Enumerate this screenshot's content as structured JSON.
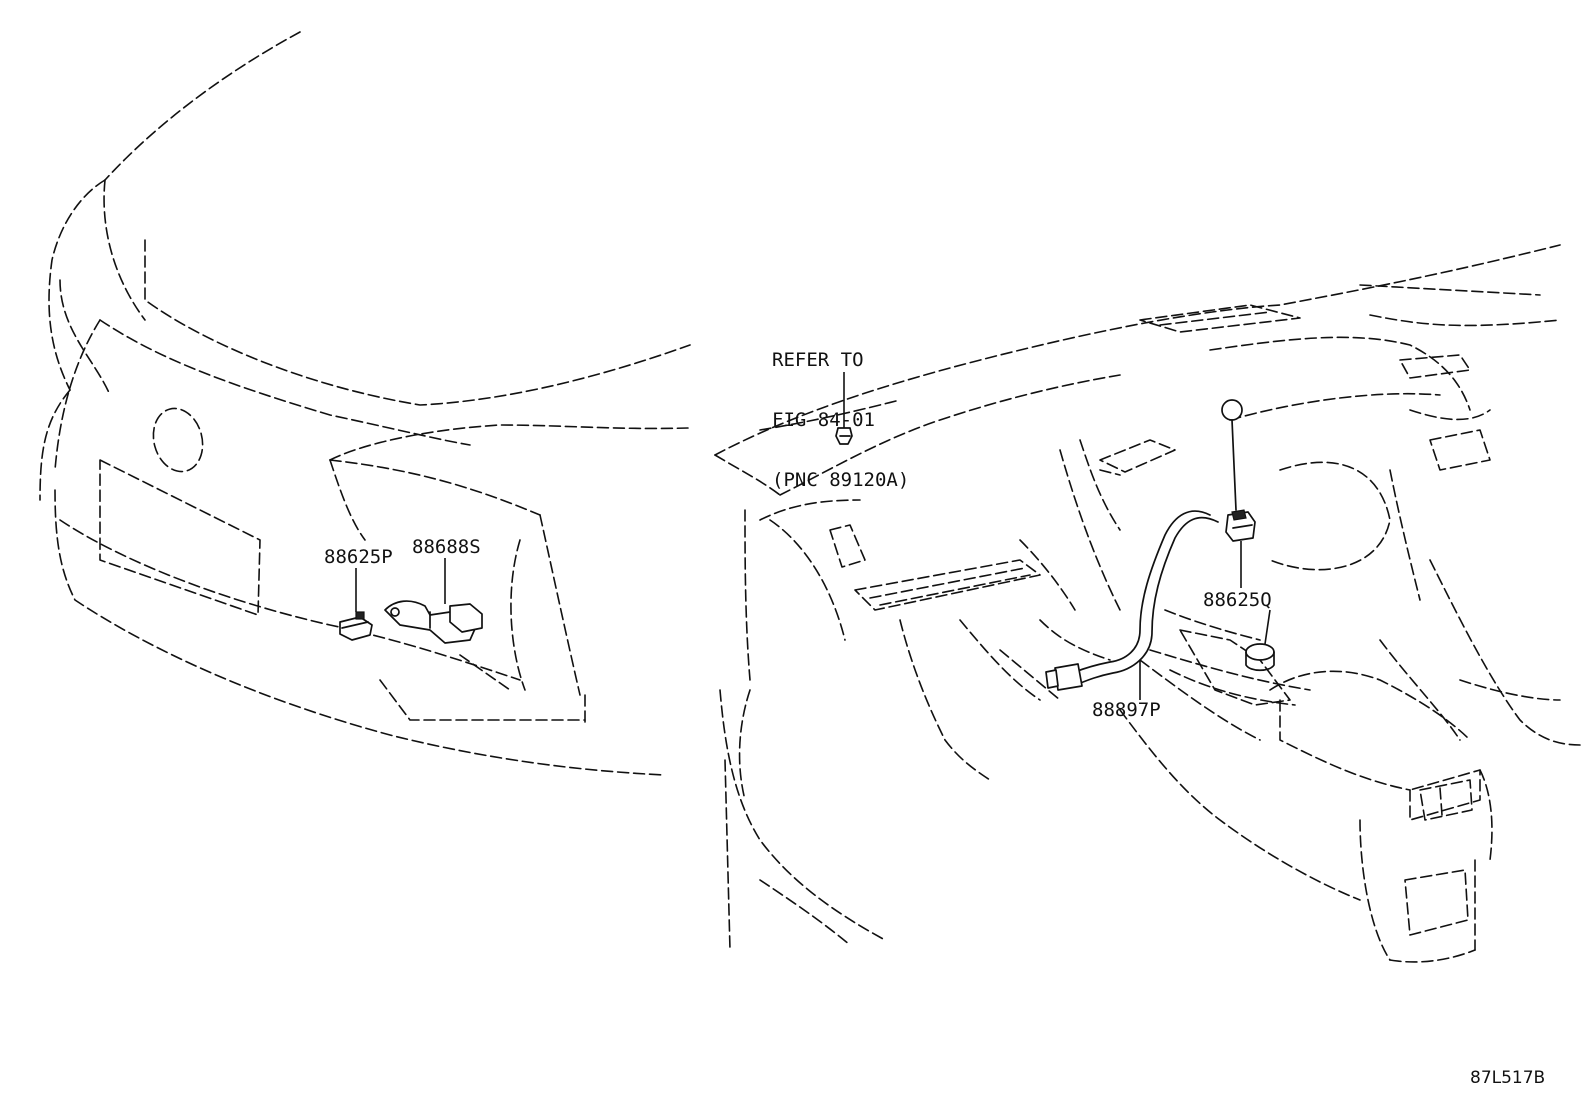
{
  "callouts": {
    "part_88625P": "88625P",
    "part_88688S": "88688S",
    "part_88625Q": "88625Q",
    "part_88897P": "88897P"
  },
  "reference_note": {
    "line1": "REFER TO",
    "line2": "FIG 84-01",
    "line3": "(PNC 89120A)"
  },
  "illustration_code": "87L517B",
  "colors": {
    "ink": "#111111",
    "background": "#ffffff"
  }
}
